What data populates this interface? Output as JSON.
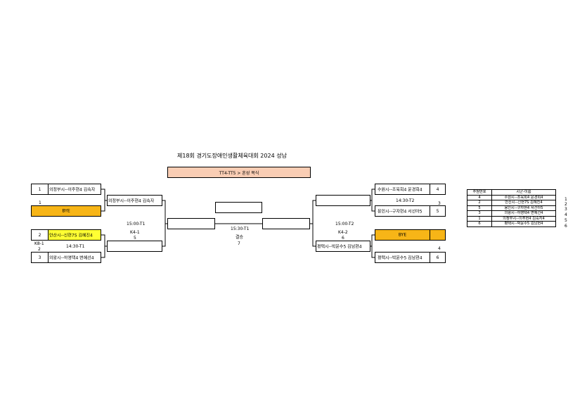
{
  "header": {
    "title": "제18회 경기도장애인생활체육대회 2024 성남",
    "event": "TT4-TT5 > 혼성 복식"
  },
  "left_bracket": {
    "r1": [
      {
        "seed": "1",
        "name": "의정부시--이주현4 김숙자"
      },
      {
        "seed": "",
        "name": "BYE"
      },
      {
        "seed": "2",
        "name": "안산시--신현7S 김혜진4"
      },
      {
        "seed": "3",
        "name": "의왕시--하영택4 변혜선4"
      }
    ],
    "above_bye_seed": "1",
    "r2_top": "의정부시--이주현4 김숙자",
    "r2_bottom": "",
    "k8_label": "K8-1",
    "k8_num": "2",
    "k8_time": "14:30-T1",
    "k4_time": "15:00-T1",
    "k4_label": "K4-1",
    "k4_num": "5"
  },
  "right_bracket": {
    "r1": [
      {
        "seed": "4",
        "name": "수원시--조육희4 윤경희4"
      },
      {
        "seed": "5",
        "name": "용인시--구자현4 서선아5"
      },
      {
        "seed": "",
        "name": "BYE"
      },
      {
        "seed": "6",
        "name": "평택시--박윤수5 김남현4"
      }
    ],
    "k8_time": "14:30-T2",
    "k8_num": "3",
    "below_bye_seed": "4",
    "r2_top": "",
    "r2_bottom": "평택시--박윤수5 김남현4",
    "k4_time": "15:00-T2",
    "k4_label": "K4-2",
    "k4_num": "6"
  },
  "final": {
    "time": "15:30-T1",
    "label": "결승",
    "num": "7"
  },
  "side_table": {
    "headers": [
      "추첨번호",
      "시군-이름"
    ],
    "rows": [
      {
        "draw": "4",
        "team": "수원시--조육희4 윤경희4",
        "order": "1"
      },
      {
        "draw": "2",
        "team": "안산시--신현7S 김혜진4",
        "order": "2"
      },
      {
        "draw": "5",
        "team": "용인시--구자현4 서선아5",
        "order": "3"
      },
      {
        "draw": "3",
        "team": "의왕시--하영택4 변혜선4",
        "order": "4"
      },
      {
        "draw": "1",
        "team": "의정부시--이주현4 김숙자4",
        "order": "5"
      },
      {
        "draw": "6",
        "team": "평택시--박윤수5 김남현4",
        "order": "6"
      }
    ]
  },
  "colors": {
    "bye": "#F7B517",
    "highlight": "#FFFF33",
    "banner": "#F9CDB4"
  }
}
